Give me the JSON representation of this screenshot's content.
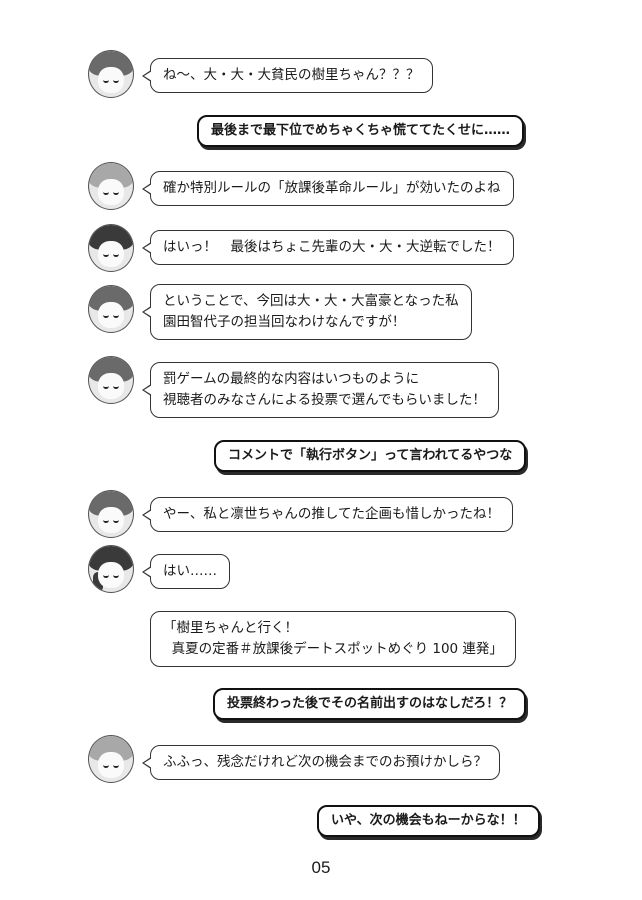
{
  "dialogue": [
    {
      "speaker_icon": "bun-hair-girl-avatar-icon",
      "text": "ね〜、大・大・大貧民の樹里ちゃん？？？"
    },
    {
      "tsukkomi": "最後まで最下位でめちゃくちゃ慌ててたくせに……"
    },
    {
      "speaker_icon": "light-hair-girl-avatar-icon",
      "text": "確か特別ルールの「放課後革命ルール」が効いたのよね"
    },
    {
      "speaker_icon": "dark-hair-girl-avatar-icon",
      "text": "はいっ！　最後はちょこ先輩の大・大・大逆転でした！"
    },
    {
      "speaker_icon": "bun-hair-girl-avatar-icon",
      "text": "ということで、今回は大・大・大富豪となった私\n園田智代子の担当回なわけなんですが！"
    },
    {
      "speaker_icon": "bun-hair-girl-avatar-icon",
      "text": "罰ゲームの最終的な内容はいつものように\n視聴者のみなさんによる投票で選んでもらいました！"
    },
    {
      "tsukkomi": "コメントで「執行ボタン」って言われてるやつな"
    },
    {
      "speaker_icon": "bun-hair-girl-avatar-icon",
      "text": "やー、私と凛世ちゃんの推してた企画も惜しかったね！"
    },
    {
      "speaker_icon": "side-tail-girl-avatar-icon",
      "text": "はい……"
    },
    {
      "text": "「樹里ちゃんと行く！\n  真夏の定番＃放課後デートスポットめぐり 100 連発」"
    },
    {
      "tsukkomi": "投票終わった後でその名前出すのはなしだろ！？"
    },
    {
      "speaker_icon": "light-hair-girl-avatar-icon",
      "text": "ふふっ、残念だけれど次の機会までのお預けかしら？"
    },
    {
      "tsukkomi": "いや、次の機会もねーからな！！"
    }
  ],
  "page_number": "05"
}
